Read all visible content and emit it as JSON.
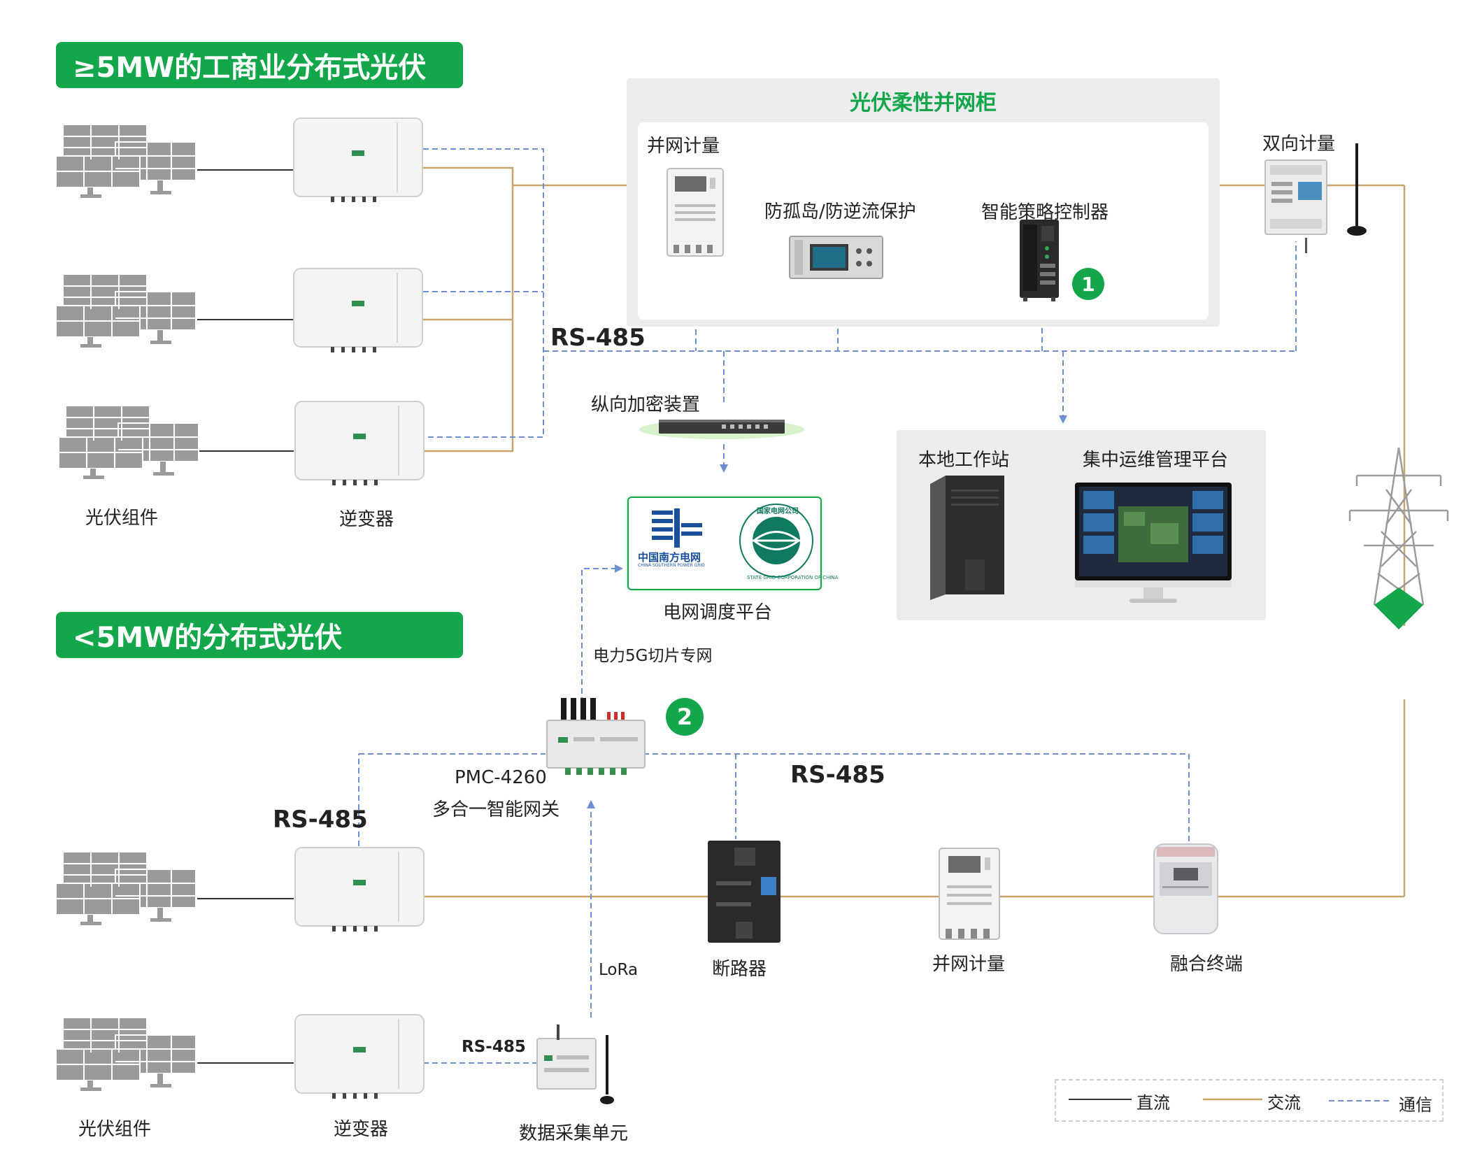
{
  "sections": {
    "large": "≥5MW的工商业分布式光伏",
    "small": "<5MW的分布式光伏"
  },
  "cabinet": {
    "title": "光伏柔性并网柜",
    "meter": "并网计量",
    "protection": "防孤岛/防逆流保护",
    "controller": "智能策略控制器",
    "badge": "1"
  },
  "bidirectional_meter": "双向计量",
  "labels": {
    "pv_modules": "光伏组件",
    "inverter": "逆变器",
    "rs485": "RS-485",
    "encryption": "纵向加密装置",
    "grid_platform": "电网调度平台",
    "slice_network": "电力5G切片专网",
    "gateway_model": "PMC-4260",
    "gateway_name": "多合一智能网关",
    "gateway_badge": "2",
    "lora": "LoRa",
    "breaker": "断路器",
    "grid_meter": "并网计量",
    "fusion_terminal": "融合终端",
    "data_unit": "数据采集单元",
    "local_station": "本地工作站",
    "ops_platform": "集中运维管理平台"
  },
  "logos": {
    "csg": "中国南方电网",
    "csg_en": "CHINA SOUTHERN POWER GRID",
    "sgcc": "国家电网公司",
    "sgcc_en": "STATE GRID CORPORATION OF CHINA"
  },
  "legend": {
    "dc": "直流",
    "ac": "交流",
    "comm": "通信"
  },
  "colors": {
    "green": "#13a64a",
    "dc": "#333333",
    "ac": "#c8a46a",
    "comm": "#6e8fcf"
  }
}
